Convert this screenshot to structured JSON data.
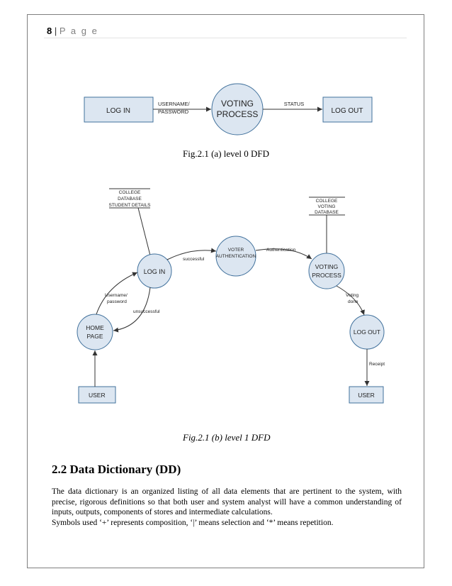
{
  "header": {
    "page_number": "8",
    "separator": "|",
    "page_word": "P a g e"
  },
  "level0": {
    "login": "LOG IN",
    "flow_left": [
      "USERNAME/",
      "PASSWORD"
    ],
    "process": [
      "VOTING",
      "PROCESS"
    ],
    "flow_right": "STATUS",
    "logout": "LOG OUT",
    "caption": "Fig.2.1 (a) level 0 DFD"
  },
  "level1": {
    "store_college": [
      "COLLEGE",
      "DATABASE",
      "STUDENT DETAILS"
    ],
    "store_voting": [
      "COLLEGE",
      "VOTING",
      "DATABASE"
    ],
    "login": "LOG IN",
    "voter_auth": [
      "VOTER",
      "AUTHENTICATION"
    ],
    "voting_process": [
      "VOTING",
      "PROCESS"
    ],
    "home_page": [
      "HOME",
      "PAGE"
    ],
    "logout": "LOG OUT",
    "user_left": "USER",
    "user_right": "USER",
    "flow_successful": "successful",
    "flow_authentication": "Authentication",
    "flow_username": [
      "Username/",
      "password"
    ],
    "flow_unsuccessful": "unsuccessful",
    "flow_voting_done": [
      "Voting",
      "done"
    ],
    "flow_receipt": "Receipt",
    "caption": "Fig.2.1 (b) level 1 DFD"
  },
  "section": {
    "title": "2.2 Data Dictionary (DD)",
    "paragraph1": "The data dictionary is an organized listing of all data elements that are pertinent to the system, with precise, rigorous definitions so that both user and system analyst will have a common understanding of inputs, outputs, components of stores and intermediate calculations.",
    "paragraph2": "Symbols used ‘+’ represents composition,   ‘|’ means selection and ‘*’ means repetition."
  },
  "colors": {
    "shape_fill": "#dce6f1",
    "shape_stroke": "#41719c",
    "frame": "#7f7f7f"
  }
}
